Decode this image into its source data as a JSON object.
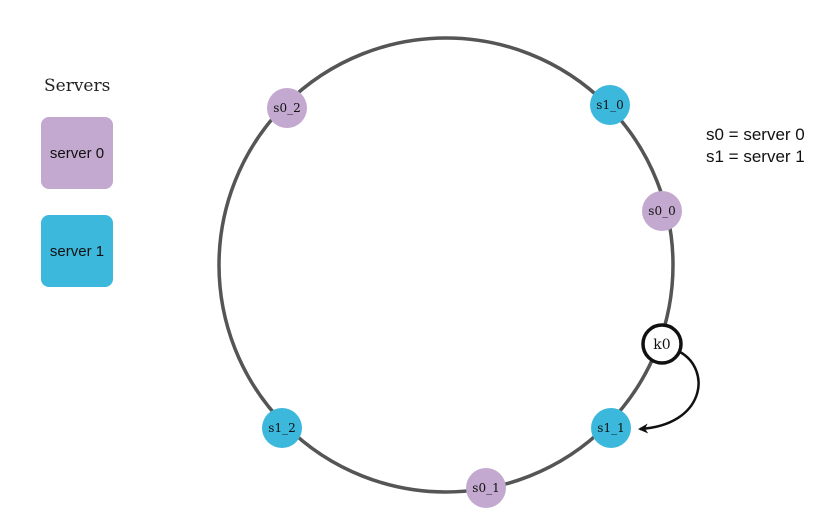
{
  "legend": {
    "title": "Servers",
    "items": [
      {
        "label": "server 0",
        "color": "#c3a9cf"
      },
      {
        "label": "server 1",
        "color": "#3cb8dc"
      }
    ]
  },
  "notes": {
    "line1": "s0 = server 0",
    "line2": "s1 = server 1"
  },
  "ring": {
    "stroke_color": "#555555",
    "nodes": [
      {
        "id": "s0_2",
        "label": "s0_2",
        "server": 0,
        "color": "#c3a9cf"
      },
      {
        "id": "s1_0",
        "label": "s1_0",
        "server": 1,
        "color": "#3cb8dc"
      },
      {
        "id": "s0_0",
        "label": "s0_0",
        "server": 0,
        "color": "#c3a9cf"
      },
      {
        "id": "s1_1",
        "label": "s1_1",
        "server": 1,
        "color": "#3cb8dc"
      },
      {
        "id": "s0_1",
        "label": "s0_1",
        "server": 0,
        "color": "#c3a9cf"
      },
      {
        "id": "s1_2",
        "label": "s1_2",
        "server": 1,
        "color": "#3cb8dc"
      }
    ],
    "key": {
      "label": "k0",
      "maps_to": "s1_1"
    }
  }
}
